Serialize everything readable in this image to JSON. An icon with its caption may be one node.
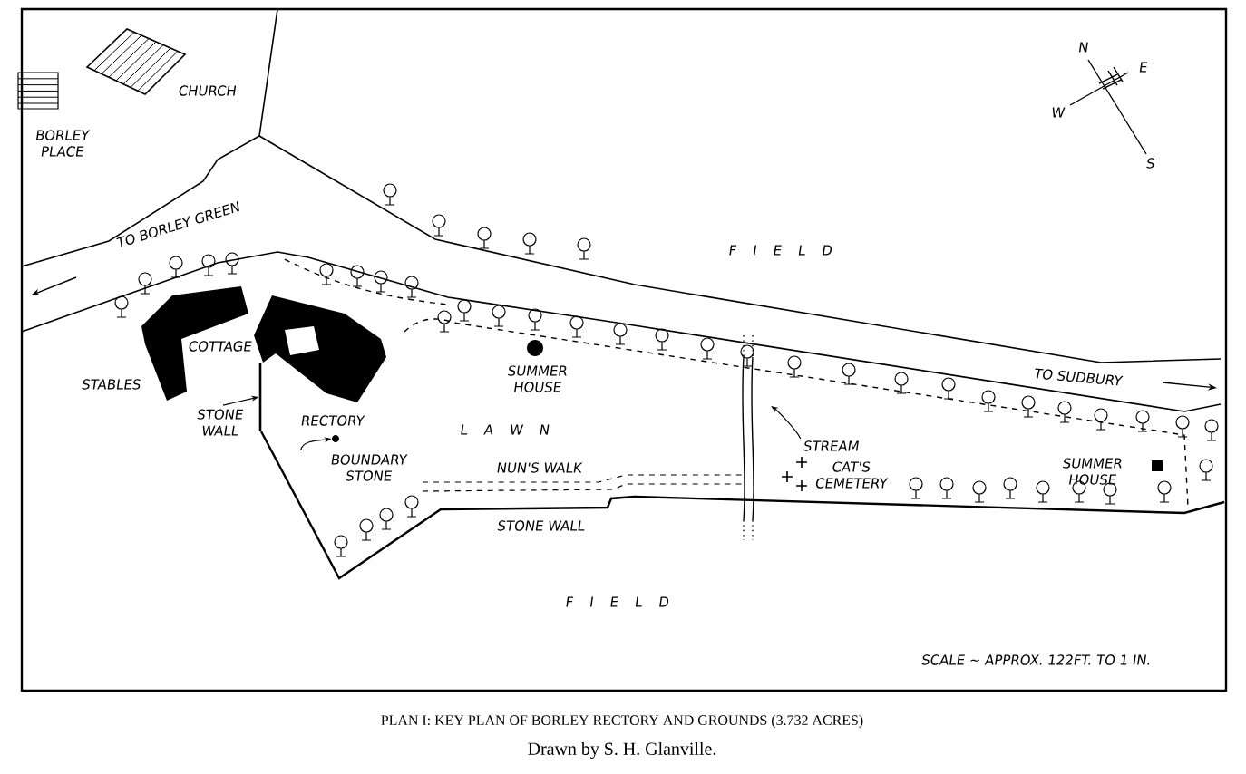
{
  "diagram": {
    "caption": "PLAN I: KEY PLAN OF BORLEY RECTORY AND GROUNDS (3.732 ACRES)",
    "nodes": [
      {
        "text": [
          "STONE WALL"
        ]
      },
      {
        "text": [
          "BOUNDARY STONE"
        ]
      },
      {
        "text": [],
        "shape": "circle"
      },
      {
        "text": [
          "STREAM"
        ]
      },
      {
        "text": [],
        "shape": "bar"
      }
    ],
    "edges": [
      {
        "from": 0,
        "to": 4,
        "arrow": "to"
      },
      {
        "from": 1,
        "to": 2,
        "arrow": "to"
      },
      {
        "from": 3,
        "to": null,
        "arrow": "to"
      }
    ],
    "labels": [
      "N",
      "E",
      "W",
      "S",
      "CHURCH",
      "BORLEY PLACE",
      "TO BORLEY GREEN",
      "F I E L D",
      "COTTAGE",
      "STABLES",
      "SUMMER HOUSE",
      "TO SUDBURY",
      "RECTORY",
      "L A W N",
      "NUN'S WALK",
      "CAT'S CEMETERY",
      "SUMMER HOUSE",
      "STONE WALL",
      "F I E L D",
      "SCALE ~ APPROX. 122FT. TO 1 IN.",
      "Drawn by S. H. Glanville."
    ]
  }
}
